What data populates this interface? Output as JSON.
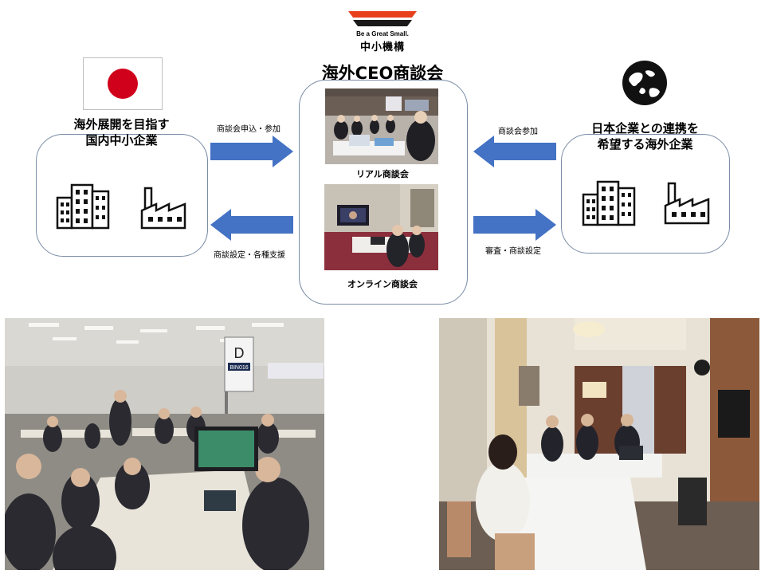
{
  "logo": {
    "tagline": "Be a Great Small.",
    "name": "中小機構"
  },
  "center": {
    "title": "海外CEO商談会",
    "real_caption": "リアル商談会",
    "online_caption": "オンライン商談会"
  },
  "left": {
    "title_line1": "海外展開を目指す",
    "title_line2": "国内中小企業"
  },
  "right": {
    "title_line1": "日本企業との連携を",
    "title_line2": "希望する海外企業"
  },
  "arrows": {
    "left_top": "商談会申込・参加",
    "left_bottom": "商談設定・各種支援",
    "right_top": "商談会参加",
    "right_bottom": "審査・商談設定"
  },
  "photo_large_left": {
    "booth_letter": "D",
    "booth_code": "BIN016"
  },
  "colors": {
    "arrow": "#4472c4",
    "box_border": "#7a8ca6",
    "logo_red": "#e8401c",
    "flag_red": "#d0021b"
  },
  "icons": [
    "japan-flag-icon",
    "globe-icon",
    "office-building-icon",
    "factory-icon"
  ]
}
